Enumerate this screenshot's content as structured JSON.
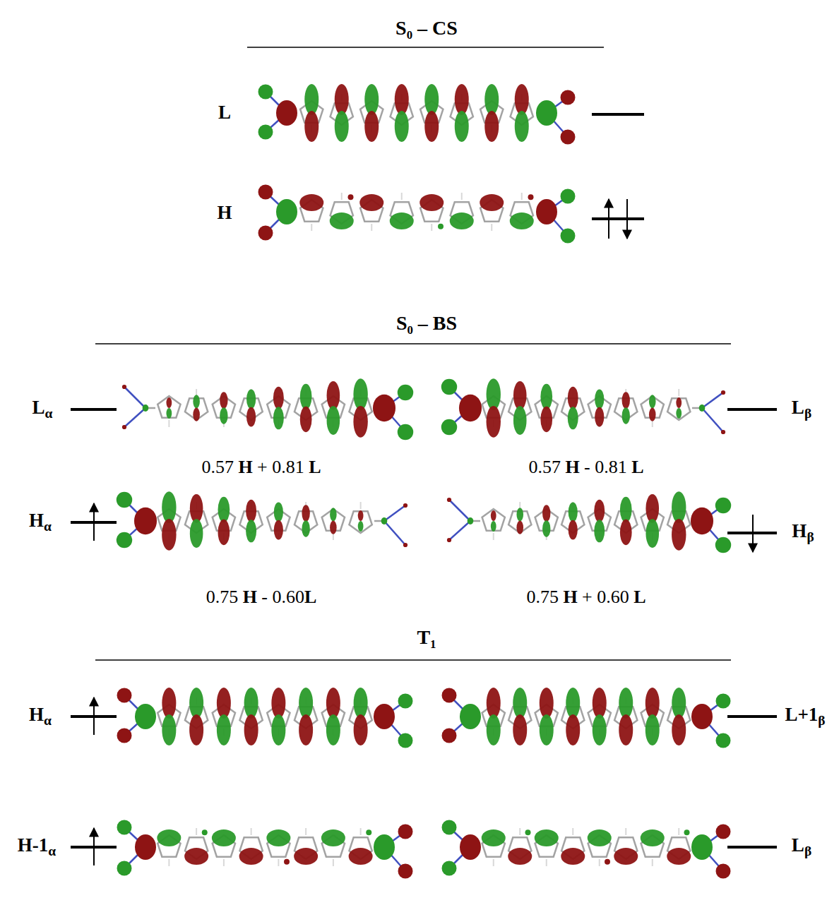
{
  "diagram": {
    "labels": [
      "S₀ – CS",
      "L",
      "H",
      "S₀ – BS",
      "Lα",
      "Lβ",
      "0.57 H + 0.81 L",
      "0.57 H - 0.81 L",
      "Hα",
      "Hβ",
      "0.75 H - 0.60L",
      "0.75 H + 0.60 L",
      "T₁",
      "Hα",
      "L+1β",
      "H-1α",
      "Lβ"
    ]
  }
}
